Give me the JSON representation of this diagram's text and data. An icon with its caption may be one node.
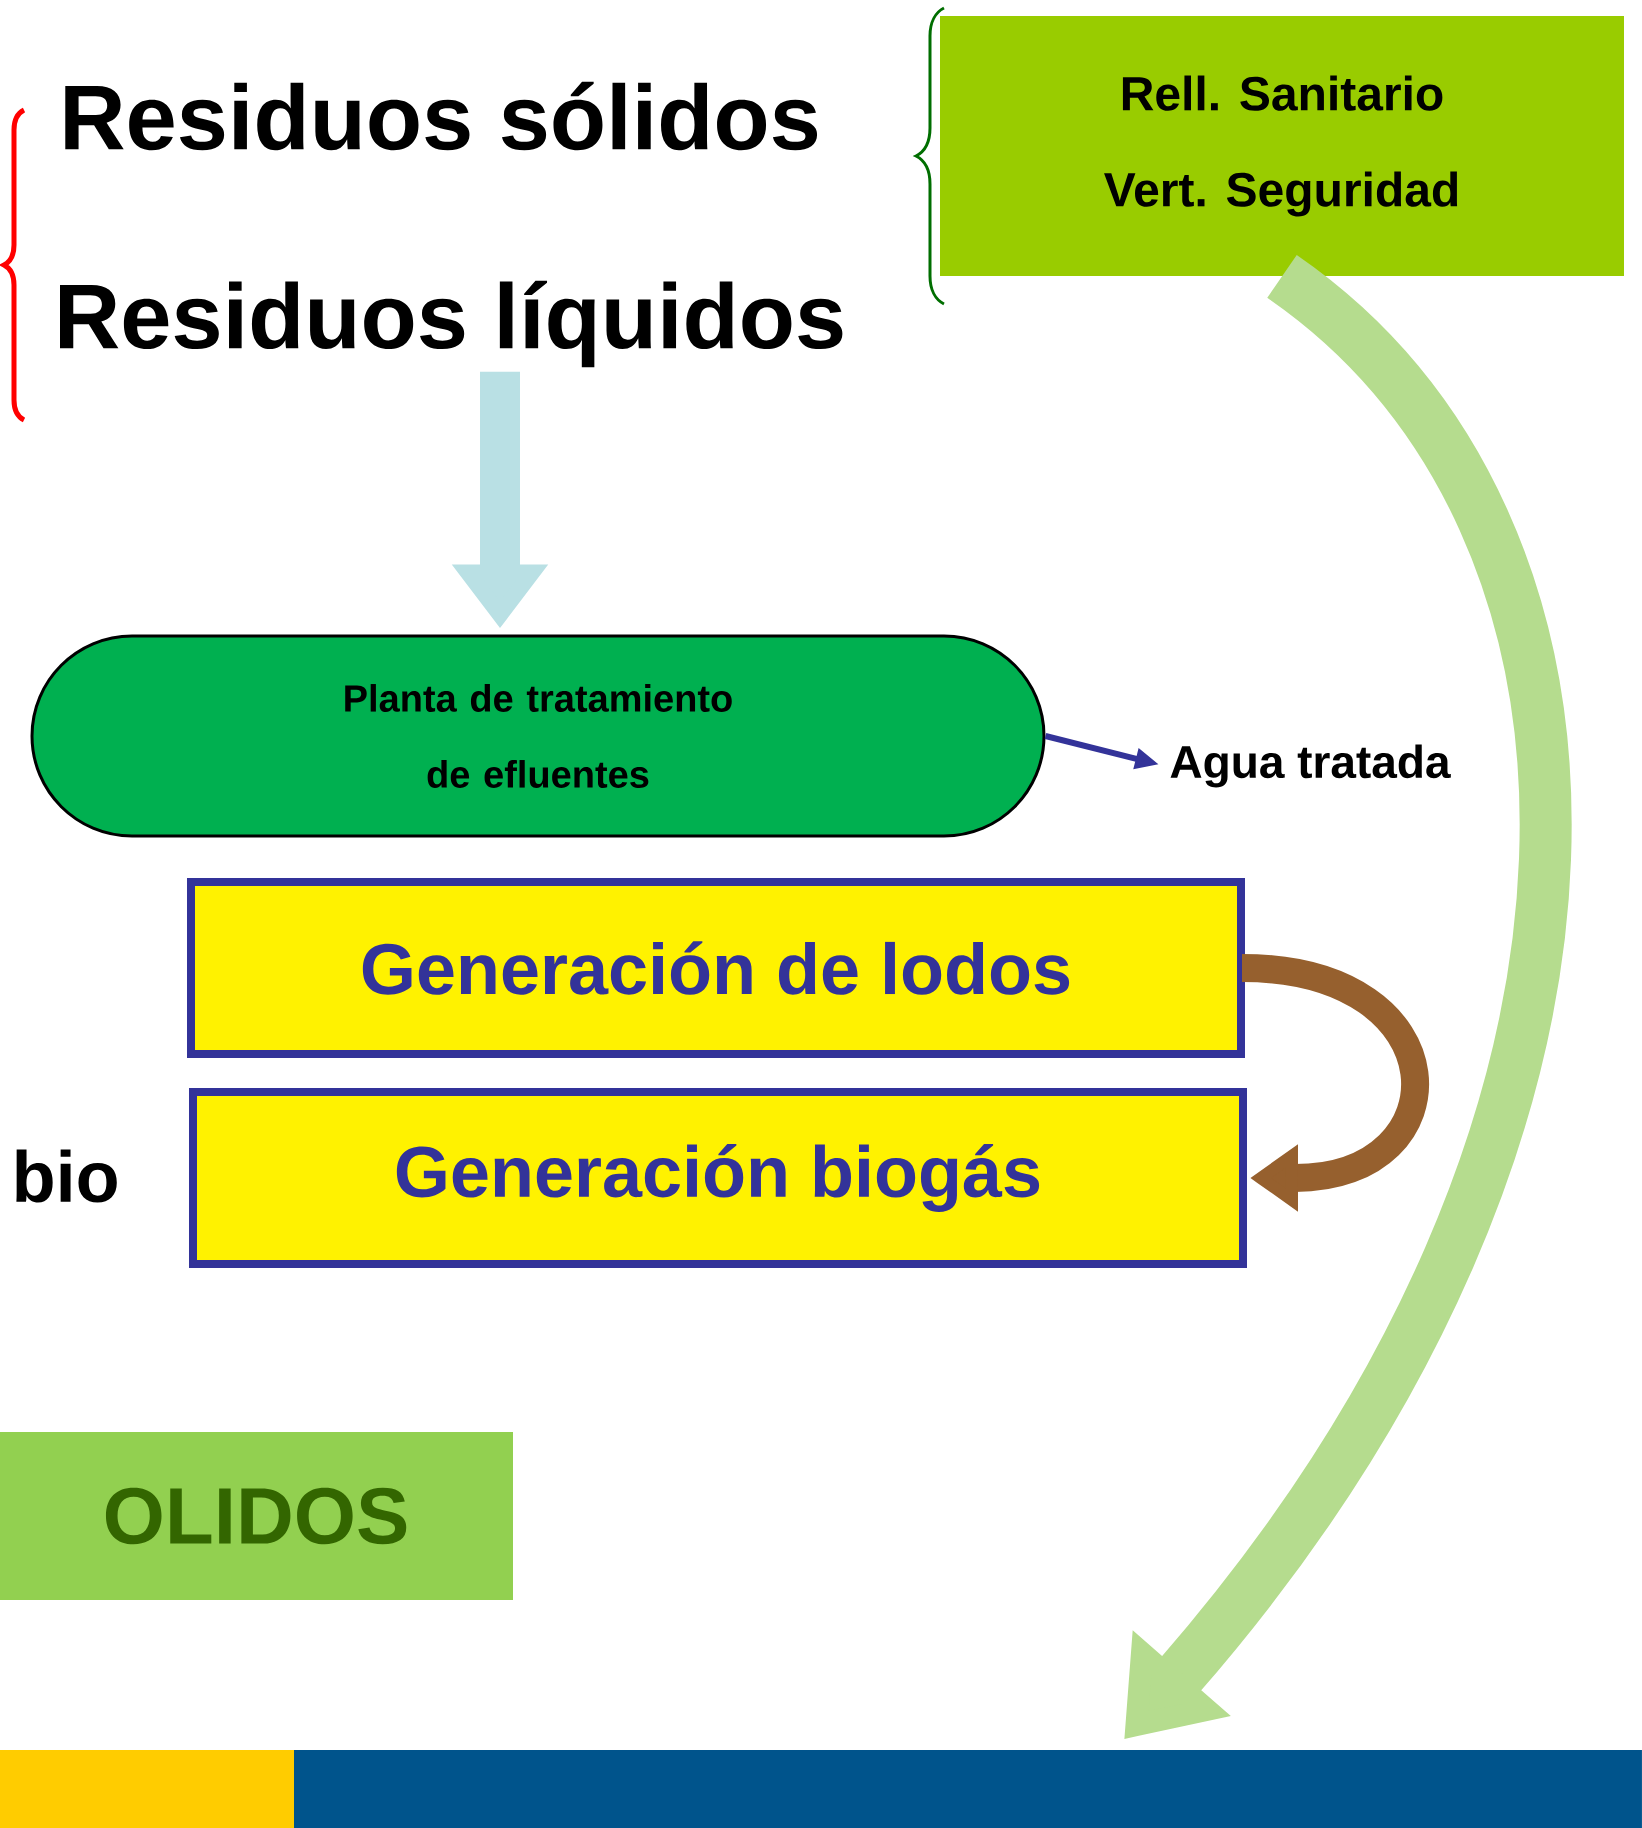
{
  "diagram": {
    "nodes": [
      {
        "text": [
          "Residuos sólidos"
        ]
      },
      {
        "text": [
          "Residuos líquidos"
        ]
      },
      {
        "text": [
          "Rell. Sanitario",
          "Vert. Seguridad"
        ]
      },
      {
        "text": [
          "Planta de tratamiento de efluentes"
        ]
      },
      {
        "text": [
          "Agua tratada"
        ]
      },
      {
        "text": [
          "Generación de lodos"
        ]
      },
      {
        "text": [
          "Generación biogás"
        ]
      },
      {
        "text": [
          "OLIDOS"
        ]
      }
    ],
    "edges": [
      {
        "from": 1,
        "to": 3,
        "arrow": "to",
        "color": "#b9e0e4"
      },
      {
        "from": 3,
        "to": 4,
        "arrow": "to",
        "color": "#333399"
      },
      {
        "from": 5,
        "to": 6,
        "arrow": "to",
        "color": "#96602e"
      },
      {
        "from": 2,
        "to": null,
        "arrow": "to",
        "style": "thick",
        "color": "#b5dc8e"
      }
    ],
    "labels": [
      "bio"
    ]
  }
}
